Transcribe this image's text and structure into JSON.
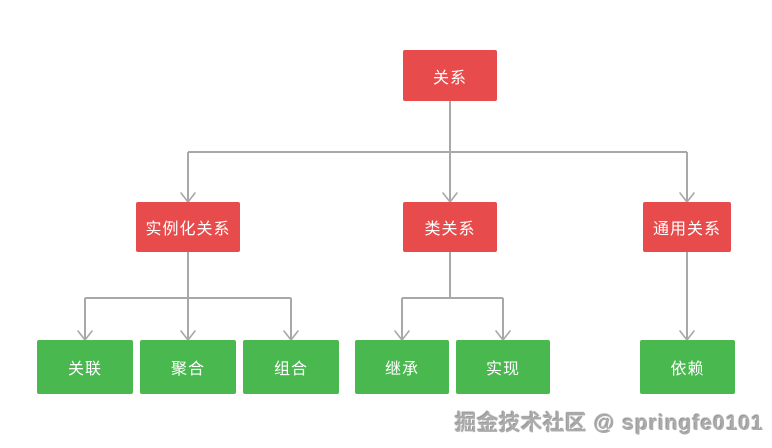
{
  "diagram": {
    "type": "flowchart-tree",
    "colors": {
      "node_red": "#e84b4b",
      "node_green": "#49b84e",
      "node_text": "#ffffff",
      "connector_gray": "#a8a8a8",
      "background": "#ffffff"
    },
    "nodes": [
      {
        "id": "relation",
        "label": "关系",
        "level": 1,
        "color": "red"
      },
      {
        "id": "instantiation-relation",
        "label": "实例化关系",
        "level": 2,
        "color": "red"
      },
      {
        "id": "class-relation",
        "label": "类关系",
        "level": 2,
        "color": "red"
      },
      {
        "id": "general-relation",
        "label": "通用关系",
        "level": 2,
        "color": "red"
      },
      {
        "id": "association",
        "label": "关联",
        "level": 3,
        "color": "green"
      },
      {
        "id": "aggregation",
        "label": "聚合",
        "level": 3,
        "color": "green"
      },
      {
        "id": "composition",
        "label": "组合",
        "level": 3,
        "color": "green"
      },
      {
        "id": "inheritance",
        "label": "继承",
        "level": 3,
        "color": "green"
      },
      {
        "id": "realization",
        "label": "实现",
        "level": 3,
        "color": "green"
      },
      {
        "id": "dependency",
        "label": "依赖",
        "level": 3,
        "color": "green"
      }
    ],
    "edges": [
      {
        "from": "关系",
        "to": "实例化关系",
        "arrow": "down"
      },
      {
        "from": "关系",
        "to": "类关系",
        "arrow": "down"
      },
      {
        "from": "关系",
        "to": "通用关系",
        "arrow": "down"
      },
      {
        "from": "实例化关系",
        "to": "关联",
        "arrow": "down"
      },
      {
        "from": "实例化关系",
        "to": "聚合",
        "arrow": "down"
      },
      {
        "from": "实例化关系",
        "to": "组合",
        "arrow": "down"
      },
      {
        "from": "类关系",
        "to": "继承",
        "arrow": "down"
      },
      {
        "from": "类关系",
        "to": "实现",
        "arrow": "down"
      },
      {
        "from": "通用关系",
        "to": "依赖",
        "arrow": "down"
      }
    ]
  },
  "watermark": {
    "text": "掘金技术社区 @ springfe0101"
  }
}
